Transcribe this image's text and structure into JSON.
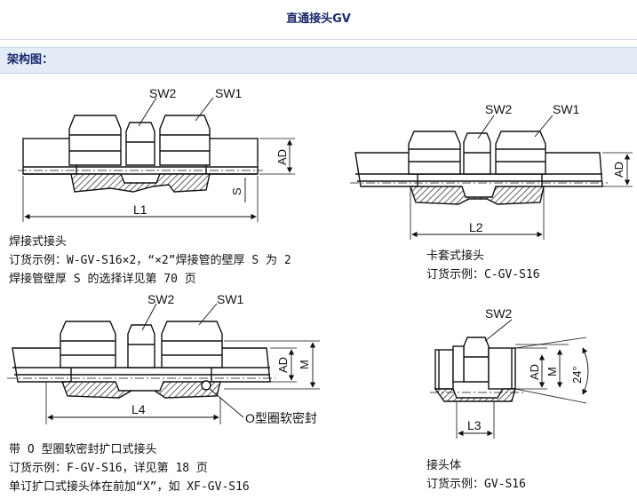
{
  "page": {
    "title": "直通接头GV",
    "section_label": "架构图："
  },
  "diagrams": {
    "welded": {
      "labels": {
        "sw2": "SW2",
        "sw1": "SW1",
        "ad": "AD",
        "s": "S",
        "l": "L1"
      },
      "caption": [
        "焊接式接头",
        "订货示例：W-GV-S16×2，“×2”焊接管的壁厚 S 为 2",
        "焊接管壁厚 S 的选择详见第 70 页"
      ]
    },
    "ferrule": {
      "labels": {
        "sw2": "SW2",
        "sw1": "SW1",
        "ad": "AD",
        "l": "L2"
      },
      "caption": [
        "卡套式接头",
        "订货示例：C-GV-S16"
      ]
    },
    "flare": {
      "labels": {
        "sw2": "SW2",
        "sw1": "SW1",
        "ad": "AD",
        "m": "M",
        "l": "L4",
        "oring": "O型圈软密封"
      },
      "caption": [
        "带 O 型圈软密封扩口式接头",
        "订货示例：F-GV-S16，详见第 18 页",
        "单订扩口式接头体在前加“X”，如 XF-GV-S16"
      ]
    },
    "body": {
      "labels": {
        "sw2": "SW2",
        "ad": "AD",
        "m": "M",
        "angle": "24°",
        "l": "L3"
      },
      "caption": [
        "接头体",
        "订货示例：GV-S16"
      ]
    }
  }
}
